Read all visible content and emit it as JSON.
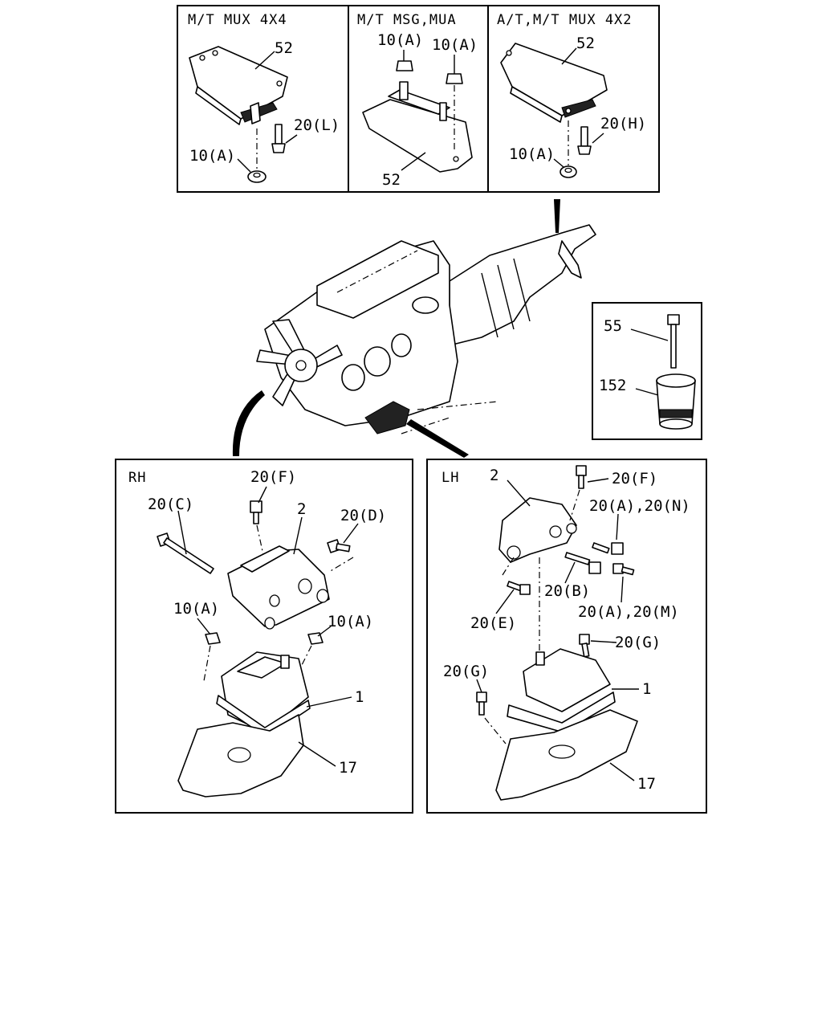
{
  "panels": {
    "top": {
      "mt_mux_4x4": {
        "header": "M/T MUX 4X4",
        "labels": [
          "52",
          "20(L)",
          "10(A)"
        ]
      },
      "mt_msg_mua": {
        "header": "M/T MSG,MUA",
        "labels": [
          "10(A)",
          "10(A)",
          "52"
        ]
      },
      "at_mt_mux_4x2": {
        "header": "A/T,M/T MUX 4X2",
        "labels": [
          "52",
          "20(H)",
          "10(A)"
        ]
      }
    },
    "inset": {
      "labels": [
        "55",
        "152"
      ]
    },
    "rh": {
      "header": "RH",
      "labels": [
        "20(F)",
        "20(C)",
        "2",
        "20(D)",
        "10(A)",
        "10(A)",
        "1",
        "17"
      ]
    },
    "lh": {
      "header": "LH",
      "labels": [
        "2",
        "20(F)",
        "20(A),20(N)",
        "20(B)",
        "20(A),20(M)",
        "20(E)",
        "20(G)",
        "20(G)",
        "1",
        "17"
      ]
    }
  }
}
